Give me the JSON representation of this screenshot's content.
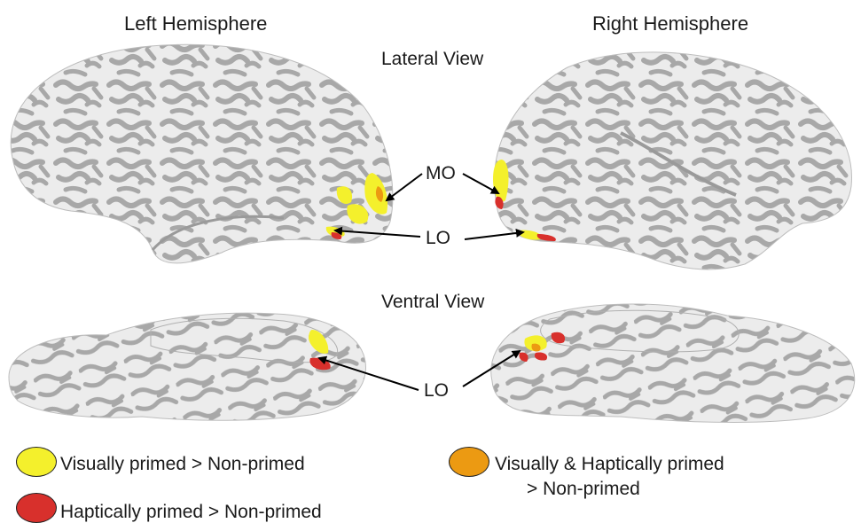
{
  "headers": {
    "left": "Left Hemisphere",
    "right": "Right Hemisphere",
    "lateral": "Lateral View",
    "ventral": "Ventral View"
  },
  "labels": {
    "mo": "MO",
    "lo_lateral": "LO",
    "lo_ventral": "LO"
  },
  "legend": [
    {
      "color": "#f4f02c",
      "text": "Visually primed  > Non-primed"
    },
    {
      "color": "#d8302c",
      "text": "Haptically primed  > Non-primed"
    },
    {
      "color": "#ec9a12",
      "text_line1": "Visually & Haptically primed",
      "text_line2": "> Non-primed"
    }
  ],
  "colors": {
    "brain_light": "#ededed",
    "brain_dark": "#a9a9a9",
    "yellow": "#f4f02c",
    "red": "#d8302c",
    "orange": "#ec9a12"
  }
}
